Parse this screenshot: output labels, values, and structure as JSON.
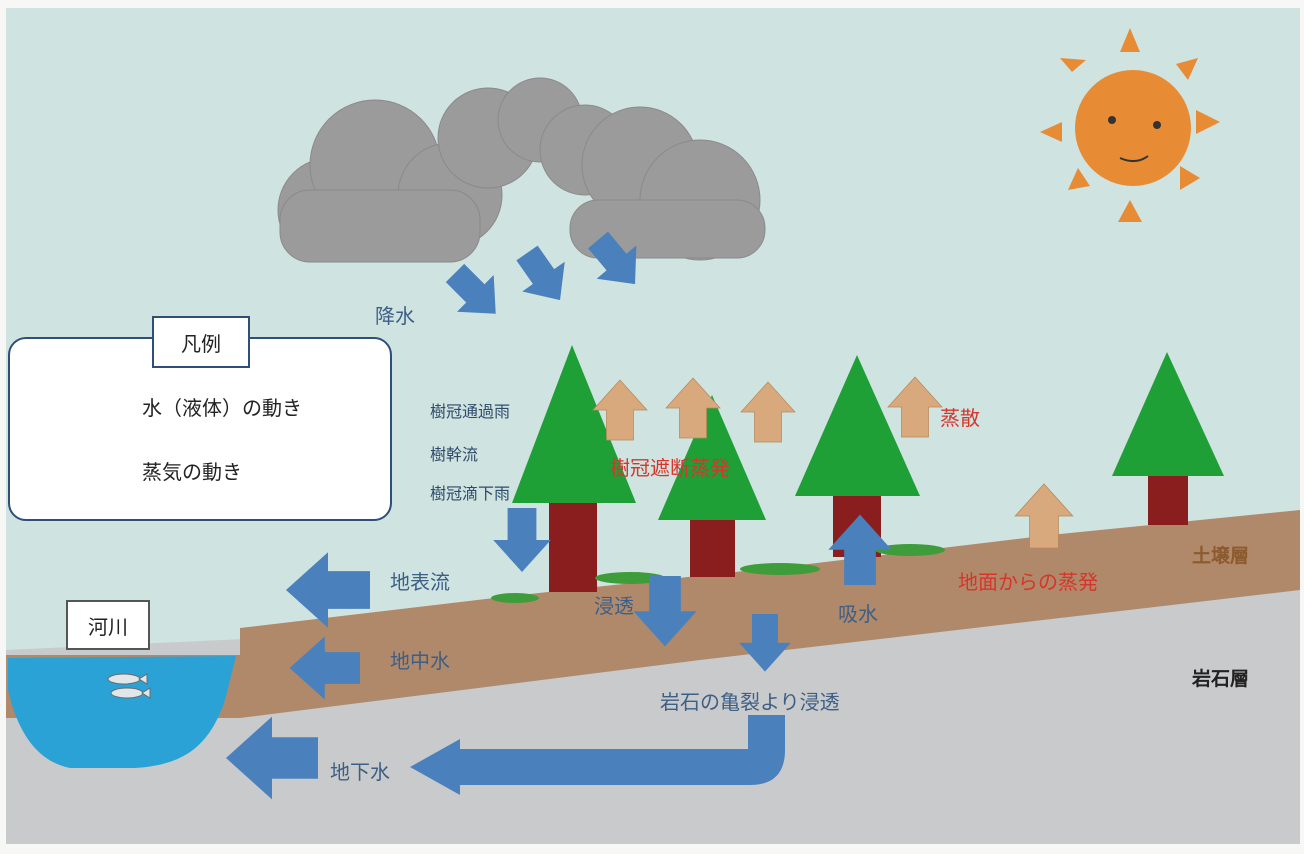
{
  "labels": {
    "precipitation": "降水",
    "throughfall": "樹冠通過雨",
    "stemflow": "樹幹流",
    "canopy_drip": "樹冠滴下雨",
    "canopy_interception_evaporation": "樹冠遮断蒸発",
    "transpiration": "蒸散",
    "surface_flow": "地表流",
    "infiltration": "浸透",
    "water_absorption": "吸水",
    "ground_evaporation": "地面からの蒸発",
    "soil_water": "地中水",
    "rock_crack_infiltration": "岩石の亀裂より浸透",
    "groundwater": "地下水",
    "soil_layer": "土壌層",
    "rock_layer": "岩石層",
    "river": "河川"
  },
  "legend": {
    "title": "凡例",
    "liquid_water": "水（液体）の動き",
    "vapor": "蒸気の動き"
  },
  "colors": {
    "sky": "#cfe3e1",
    "rock": "#c9cacb",
    "soil": "#b0896a",
    "river": "#2aa2d6",
    "water_arrow": "#4a81bd",
    "vapor_arrow": "#d9a97e",
    "tree_top": "#1fa037",
    "trunk": "#8a1e1e",
    "cloud": "#9b9b9b",
    "sun": "#e88b35"
  }
}
